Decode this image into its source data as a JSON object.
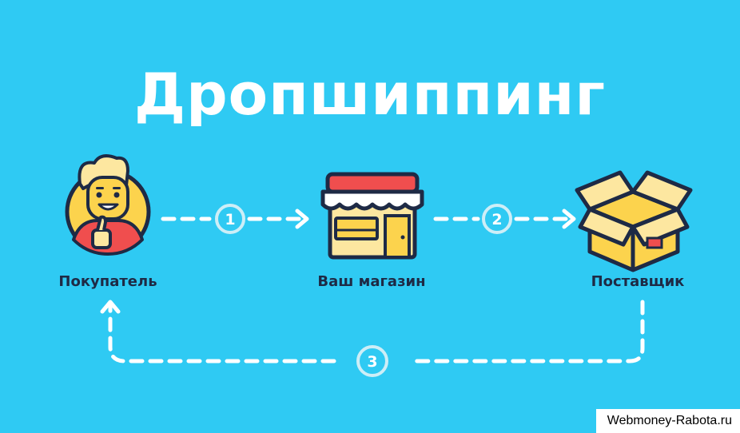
{
  "title": "Дропшиппинг",
  "nodes": [
    {
      "label": "Покупатель",
      "icon": "buyer-avatar-icon"
    },
    {
      "label": "Ваш магазин",
      "icon": "storefront-icon"
    },
    {
      "label": "Поставщик",
      "icon": "open-box-icon"
    }
  ],
  "steps": [
    "1",
    "2",
    "3"
  ],
  "watermark": "Webmoney-Rabota.ru",
  "colors": {
    "background": "#2fcaf3",
    "text_dark": "#1e2a45",
    "accent_red": "#f04e4e",
    "accent_yellow": "#fcd34d",
    "step_circle": "#cdeef7"
  }
}
